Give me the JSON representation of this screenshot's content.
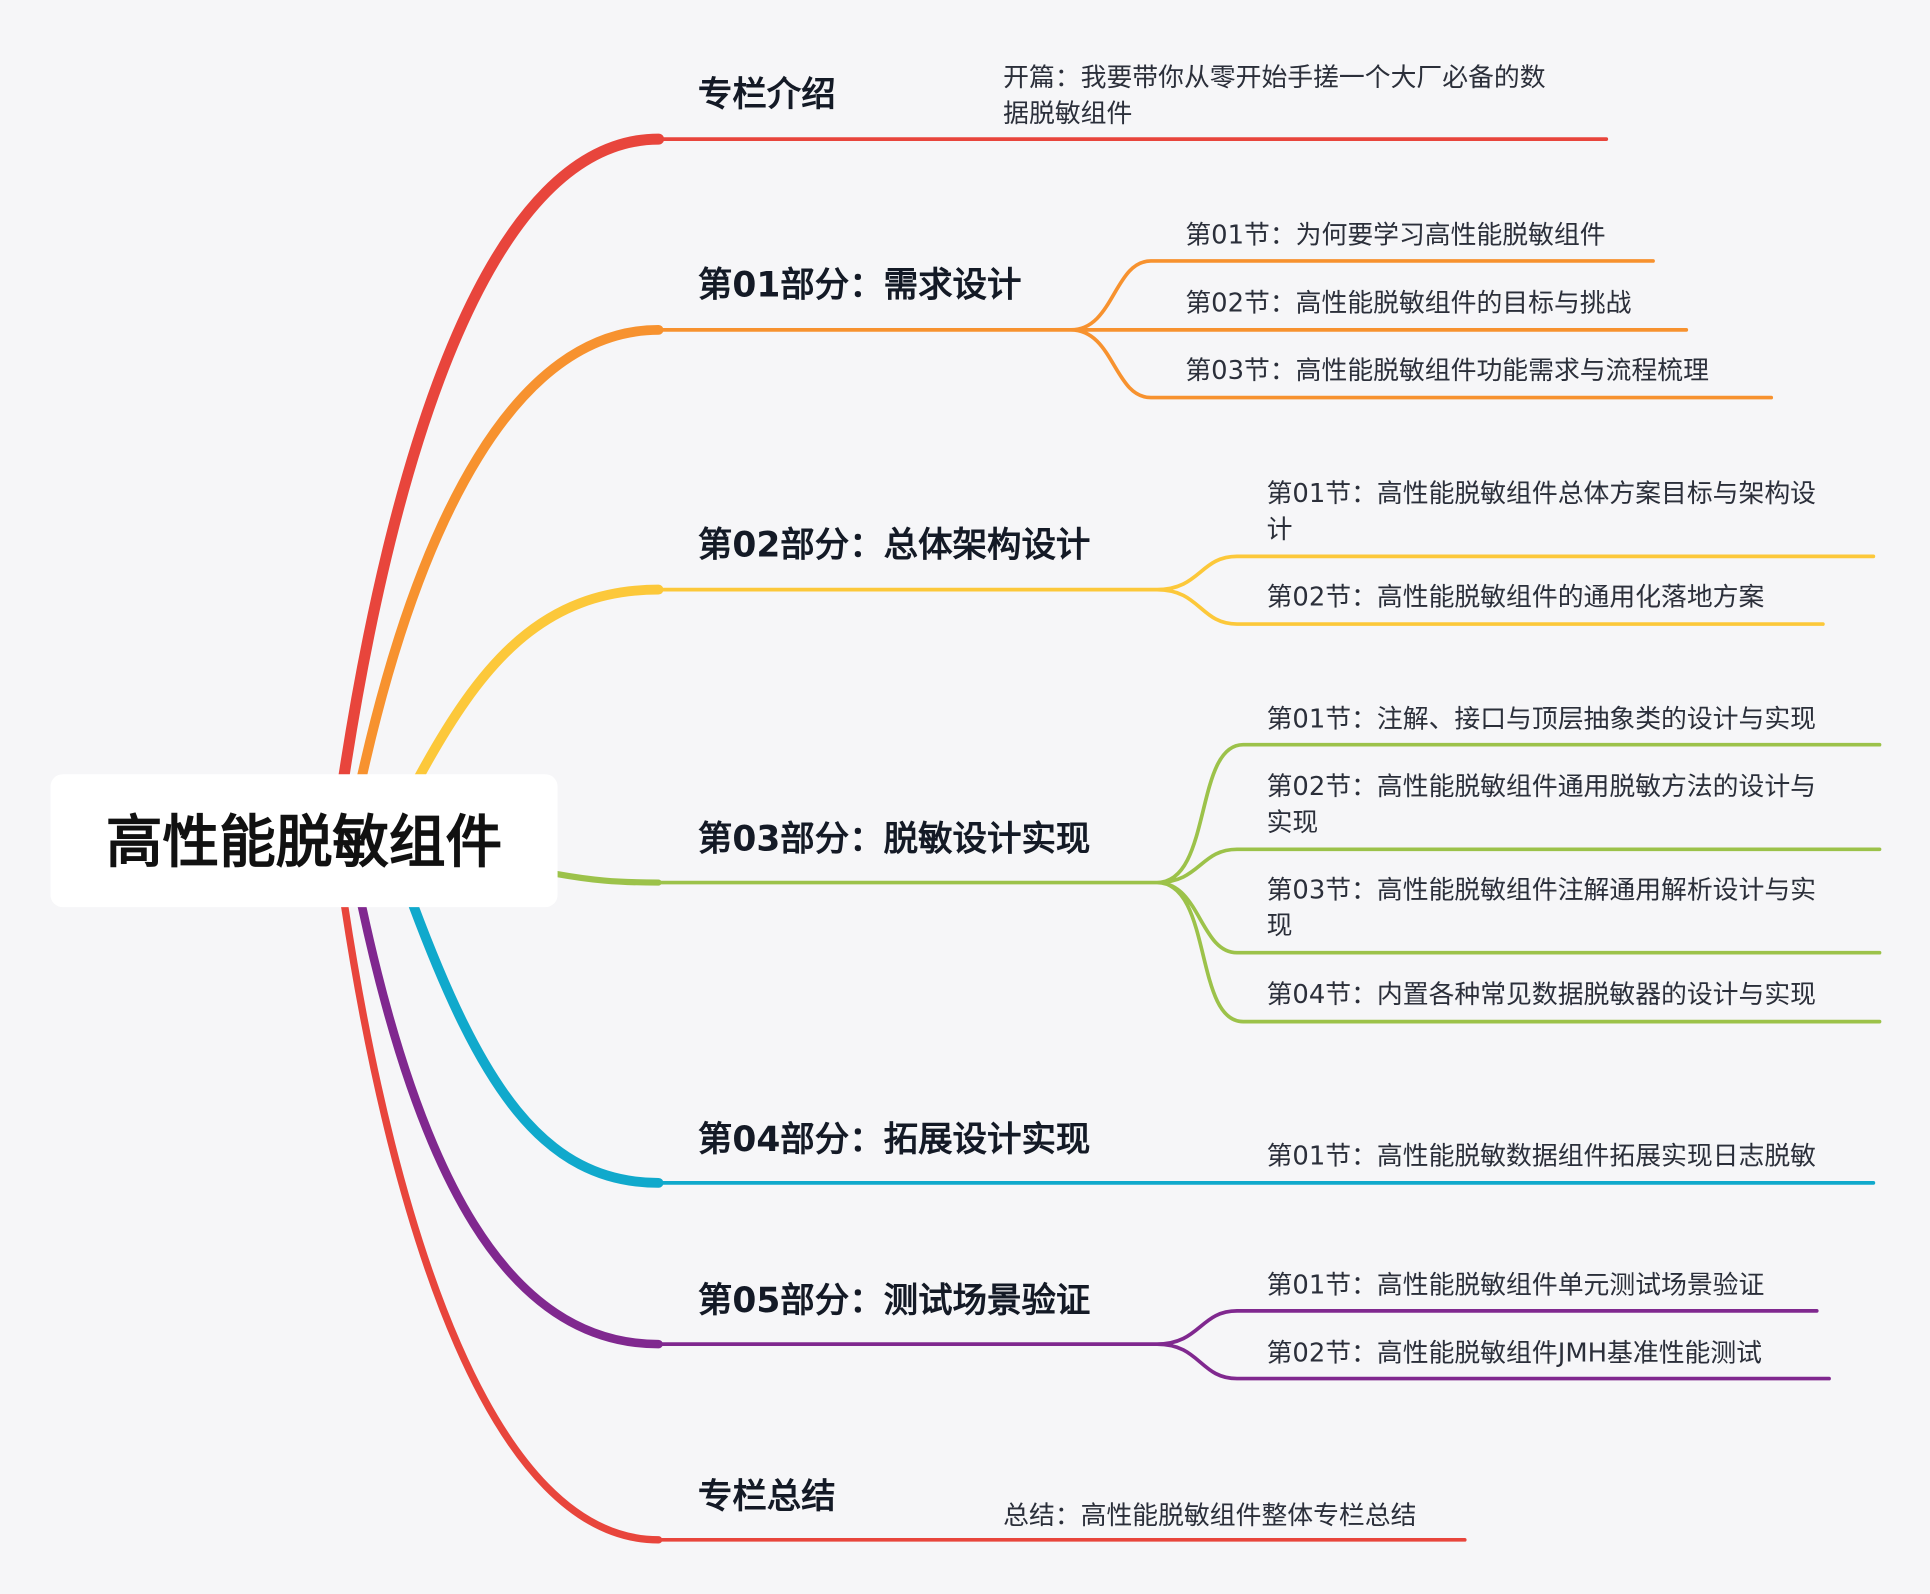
{
  "root": {
    "title": "高性能脱敏组件"
  },
  "colors": {
    "intro": "#e8453c",
    "p1": "#f7922f",
    "p2": "#fcc83a",
    "p3": "#9cc24a",
    "p4": "#10a9cc",
    "p5": "#80288f",
    "summary": "#e8453c"
  },
  "branches": {
    "intro": {
      "label": "专栏介绍",
      "children": [
        {
          "line1": "开篇：我要带你从零开始手搓一个大厂必备的数",
          "line2": "据脱敏组件"
        }
      ]
    },
    "p1": {
      "label": "第01部分：需求设计",
      "children": [
        {
          "text": "第01节：为何要学习高性能脱敏组件"
        },
        {
          "text": "第02节：高性能脱敏组件的目标与挑战"
        },
        {
          "text": "第03节：高性能脱敏组件功能需求与流程梳理"
        }
      ]
    },
    "p2": {
      "label": "第02部分：总体架构设计",
      "children": [
        {
          "line1": "第01节：高性能脱敏组件总体方案目标与架构设",
          "line2": "计"
        },
        {
          "text": "第02节：高性能脱敏组件的通用化落地方案"
        }
      ]
    },
    "p3": {
      "label": "第03部分：脱敏设计实现",
      "children": [
        {
          "text": "第01节：注解、接口与顶层抽象类的设计与实现"
        },
        {
          "line1": "第02节：高性能脱敏组件通用脱敏方法的设计与",
          "line2": "实现"
        },
        {
          "line1": "第03节：高性能脱敏组件注解通用解析设计与实",
          "line2": "现"
        },
        {
          "text": "第04节：内置各种常见数据脱敏器的设计与实现"
        }
      ]
    },
    "p4": {
      "label": "第04部分：拓展设计实现",
      "children": [
        {
          "text": "第01节：高性能脱敏数据组件拓展实现日志脱敏"
        }
      ]
    },
    "p5": {
      "label": "第05部分：测试场景验证",
      "children": [
        {
          "text": "第01节：高性能脱敏组件单元测试场景验证"
        },
        {
          "text": "第02节：高性能脱敏组件JMH基准性能测试"
        }
      ]
    },
    "summary": {
      "label": "专栏总结",
      "children": [
        {
          "text": "总结：高性能脱敏组件整体专栏总结"
        }
      ]
    }
  }
}
